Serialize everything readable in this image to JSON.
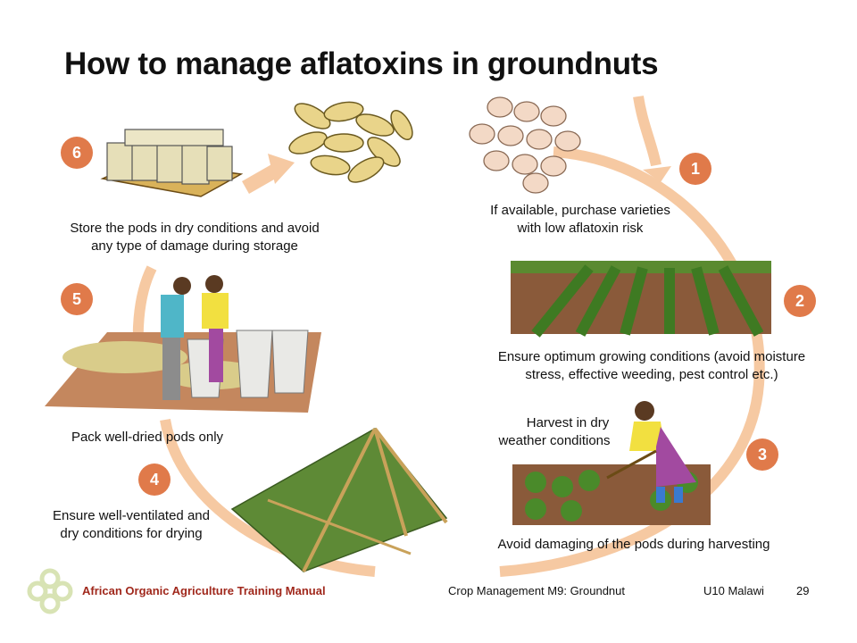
{
  "title": "How to manage aflatoxins in groundnuts",
  "steps": [
    {
      "number": "1",
      "caption_lines": [
        "If available, purchase varieties",
        "with low aflatoxin risk"
      ]
    },
    {
      "number": "2",
      "caption_lines": [
        "Ensure optimum growing conditions (avoid moisture",
        "stress, effective weeding, pest control etc.)"
      ]
    },
    {
      "number": "3",
      "caption_lines": [
        "Avoid damaging of the pods during harvesting"
      ],
      "extra_lines": [
        "Harvest in dry",
        "weather conditions"
      ]
    },
    {
      "number": "4",
      "caption_lines": [
        "Ensure well-ventilated and",
        "dry conditions for drying"
      ]
    },
    {
      "number": "5",
      "caption_lines": [
        "Pack well-dried pods only"
      ]
    },
    {
      "number": "6",
      "caption_lines": [
        "Store the pods in dry conditions and avoid",
        "any type of damage during storage"
      ]
    }
  ],
  "footer": {
    "manual": "African Organic Agriculture Training Manual",
    "module": "Crop Management M9: Groundnut",
    "unit": "U10 Malawi",
    "page": "29"
  },
  "colors": {
    "accent": "#e07a4a",
    "cycle_arrow": "#f6c9a2",
    "footer_brand": "#a0281c",
    "logo": "#d8e3b4"
  },
  "icons": [
    "flower-logo-icon"
  ]
}
